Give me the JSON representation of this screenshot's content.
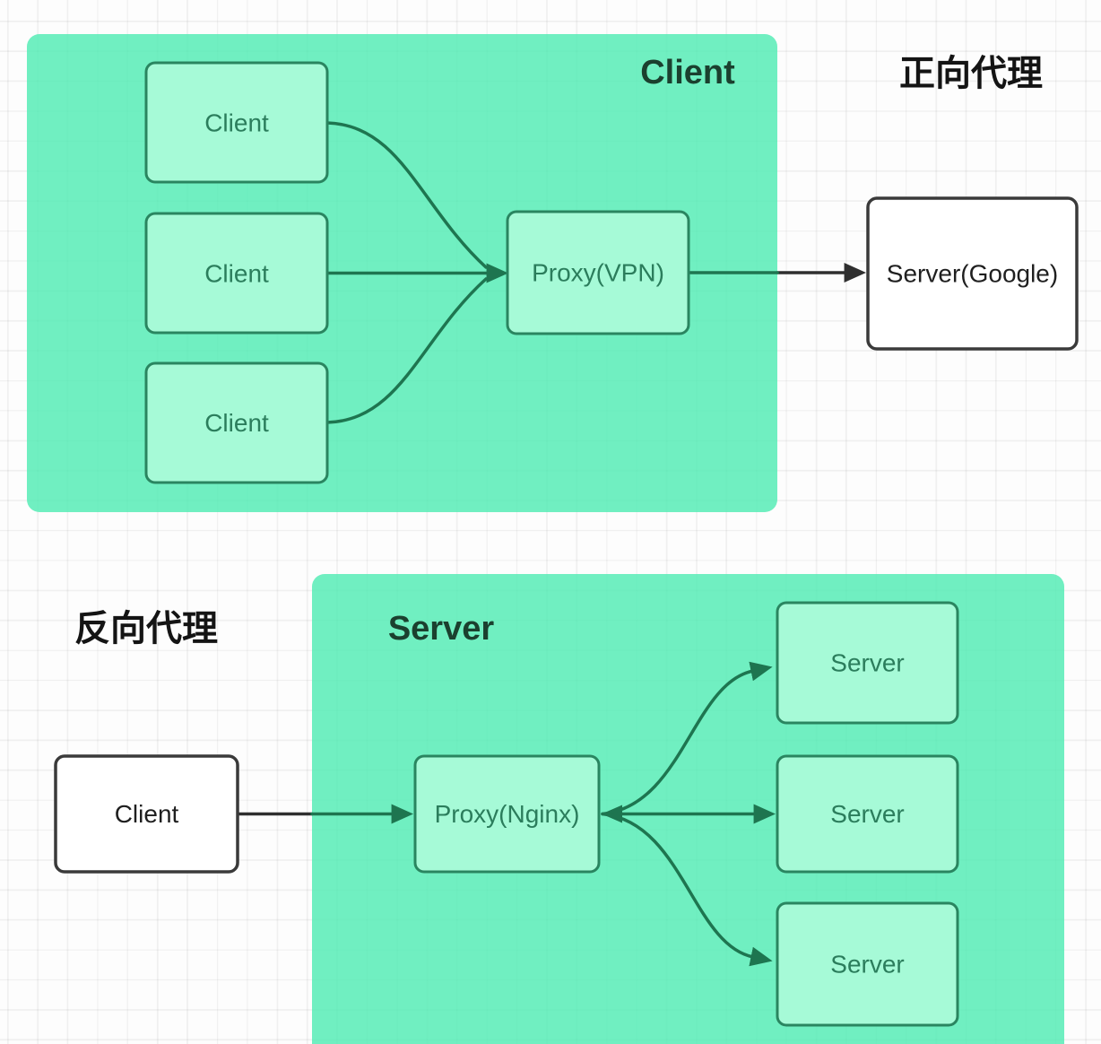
{
  "forward_proxy": {
    "group_label": "Client",
    "side_label": "正向代理",
    "client_boxes": [
      "Client",
      "Client",
      "Client"
    ],
    "proxy_box": "Proxy(VPN)",
    "server_box": "Server(Google)"
  },
  "reverse_proxy": {
    "group_label": "Server",
    "side_label": "反向代理",
    "client_box": "Client",
    "proxy_box": "Proxy(Nginx)",
    "server_boxes": [
      "Server",
      "Server",
      "Server"
    ]
  },
  "colors": {
    "container_green": "#6FEEC0",
    "node_fill_green": "#A6FAD7",
    "node_stroke_green": "#2A8560",
    "node_text_green": "#2B7D5C",
    "edge_green": "#1E7550",
    "edge_black": "#2F2F2F",
    "node_fill_white": "#FFFFFF",
    "node_stroke_dark": "#3A3A3A",
    "title_dark_green": "#1B402F",
    "title_black": "#141414"
  }
}
